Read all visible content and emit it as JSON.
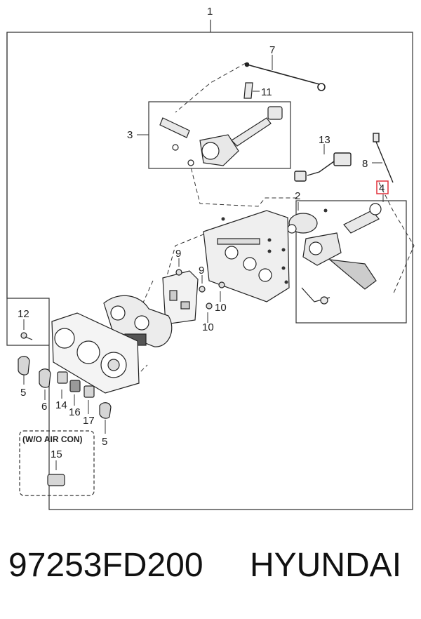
{
  "diagram": {
    "callouts": {
      "c1": "1",
      "c2": "2",
      "c3": "3",
      "c4": "4",
      "c5a": "5",
      "c5b": "5",
      "c6": "6",
      "c7": "7",
      "c8": "8",
      "c9a": "9",
      "c9b": "9",
      "c10a": "10",
      "c10b": "10",
      "c11": "11",
      "c12": "12",
      "c13": "13",
      "c14": "14",
      "c15": "15",
      "c16": "16",
      "c17": "17"
    },
    "note": "(W/O AIR CON)",
    "highlight_color": "#e0303a"
  },
  "footer": {
    "part_number": "97253FD200",
    "brand": "HYUNDAI"
  }
}
